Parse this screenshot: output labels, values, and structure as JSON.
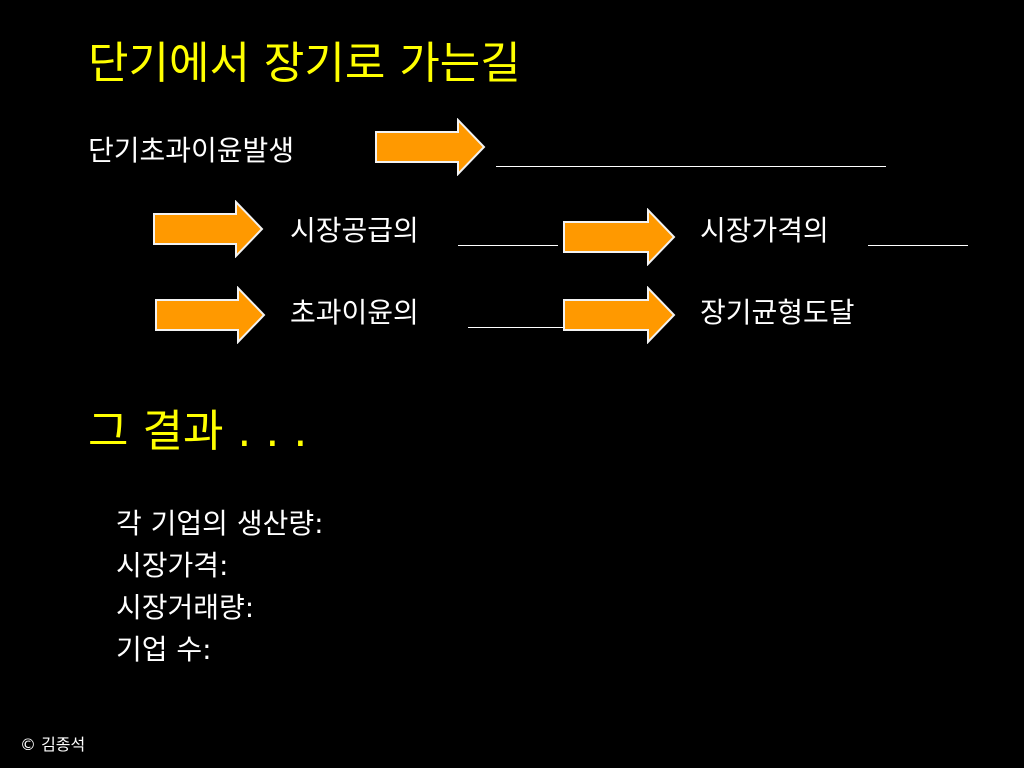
{
  "slide": {
    "title": "단기에서 장기로 가는길",
    "step_start": "단기초과이윤발생",
    "step_supply": "시장공급의",
    "step_price": "시장가격의",
    "step_profit": "초과이윤의",
    "step_equilibrium": "장기균형도달",
    "result_heading": "그 결과 . . .",
    "result_items": [
      "각 기업의 생산량:",
      "시장가격:",
      "시장거래량:",
      "기업 수:"
    ],
    "footer": "© 김종석"
  },
  "colors": {
    "background": "#000000",
    "title": "#ffff00",
    "text": "#ffffff",
    "arrow_fill": "#ff9900",
    "arrow_stroke": "#f2f2f2"
  },
  "icons": {
    "arrow": "right-arrow-icon"
  }
}
